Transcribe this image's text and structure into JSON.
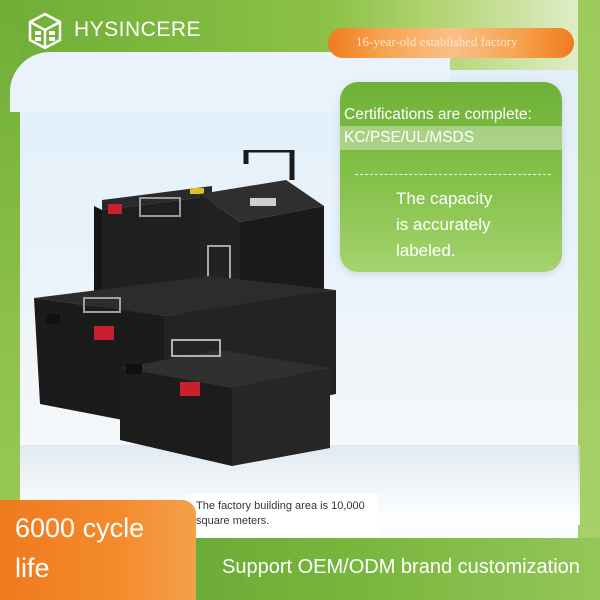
{
  "brand": {
    "name": "HYSINCERE",
    "icon": "cube-logo-icon"
  },
  "badges": {
    "established": "16-year-old established factory"
  },
  "card": {
    "certifications_line1": "Certifications are complete:",
    "certifications_line2": "KC/PSE/UL/MSDS",
    "capacity_line1": "The capacity",
    "capacity_line2": "is accurately",
    "capacity_line3": "labeled."
  },
  "product": {
    "icon": "lithium-battery-packs-image"
  },
  "factory_note": {
    "line1": "The factory building area is 10,000",
    "line2": "square meters."
  },
  "cycle": {
    "line1": "6000 cycle",
    "line2": "life"
  },
  "footer": {
    "support": "Support OEM/ODM brand customization"
  },
  "colors": {
    "green": "#79b63e",
    "orange": "#f38b2d",
    "white": "#ffffff"
  }
}
